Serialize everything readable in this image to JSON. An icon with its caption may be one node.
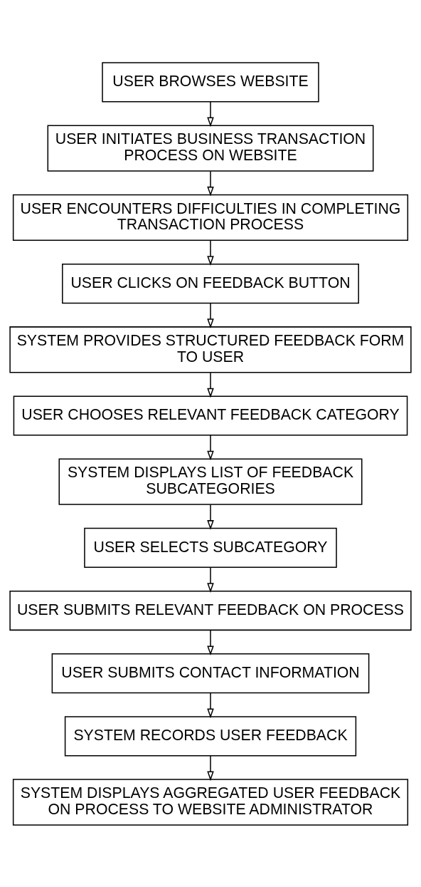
{
  "diagram": {
    "nodes": [
      {
        "text": [
          "USER BROWSES WEBSITE"
        ]
      },
      {
        "text": [
          "USER INITIATES BUSINESS TRANSACTION PROCESS ON WEBSITE"
        ]
      },
      {
        "text": [
          "USER ENCOUNTERS DIFFICULTIES IN COMPLETING TRANSACTION PROCESS"
        ]
      },
      {
        "text": [
          "USER CLICKS ON FEEDBACK BUTTON"
        ]
      },
      {
        "text": [
          "SYSTEM PROVIDES STRUCTURED FEEDBACK FORM TO USER"
        ]
      },
      {
        "text": [
          "USER CHOOSES RELEVANT FEEDBACK CATEGORY"
        ]
      },
      {
        "text": [
          "SYSTEM DISPLAYS LIST OF FEEDBACK SUBCATEGORIES"
        ]
      },
      {
        "text": [
          "USER SELECTS SUBCATEGORY"
        ]
      },
      {
        "text": [
          "USER SUBMITS RELEVANT FEEDBACK ON PROCESS"
        ]
      },
      {
        "text": [
          "USER SUBMITS CONTACT INFORMATION"
        ]
      },
      {
        "text": [
          "SYSTEM RECORDS USER FEEDBACK"
        ]
      },
      {
        "text": [
          "SYSTEM DISPLAYS AGGREGATED USER FEEDBACK ON PROCESS TO WEBSITE ADMINISTRATOR"
        ]
      }
    ],
    "edges": [
      {
        "from": 0,
        "to": 1,
        "arrow": "to"
      },
      {
        "from": 1,
        "to": 2,
        "arrow": "to"
      },
      {
        "from": 2,
        "to": 3,
        "arrow": "to"
      },
      {
        "from": 3,
        "to": 4,
        "arrow": "to"
      },
      {
        "from": 4,
        "to": 5,
        "arrow": "to"
      },
      {
        "from": 5,
        "to": 6,
        "arrow": "to"
      },
      {
        "from": 6,
        "to": 7,
        "arrow": "to"
      },
      {
        "from": 7,
        "to": 8,
        "arrow": "to"
      },
      {
        "from": 8,
        "to": 9,
        "arrow": "to"
      },
      {
        "from": 9,
        "to": 10,
        "arrow": "to"
      },
      {
        "from": 10,
        "to": 11,
        "arrow": "to"
      }
    ]
  }
}
